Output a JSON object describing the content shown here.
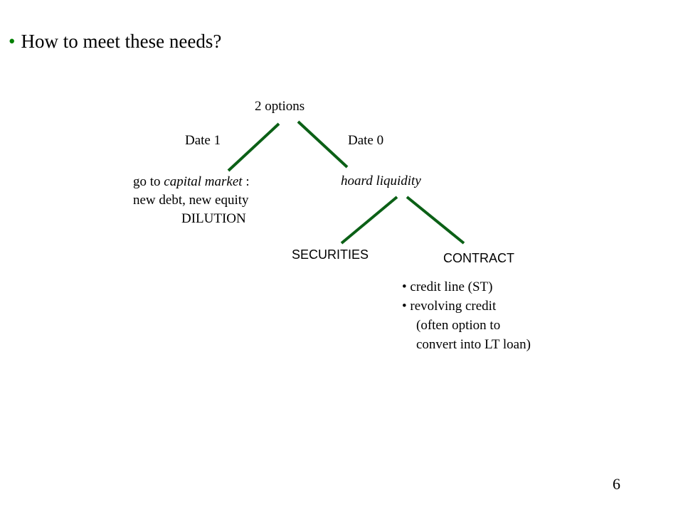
{
  "slide": {
    "bullet": "•",
    "title": "How to meet  these needs?",
    "page_number": "6"
  },
  "diagram": {
    "root": "2 options",
    "left_edge_label": "Date 1",
    "right_edge_label": "Date 0",
    "left_node": {
      "line1_prefix": "go to ",
      "line1_italic": "capital market",
      "line1_suffix": " :",
      "line2": "new debt, new equity",
      "line3": "DILUTION"
    },
    "right_node": "hoard liquidity",
    "right_children": {
      "securities": "SECURITIES",
      "contract": "CONTRACT"
    },
    "contract_details": [
      "• credit line (ST)",
      "• revolving credit",
      "(often option to",
      "convert into LT loan)"
    ]
  },
  "colors": {
    "edge": "#0b6016",
    "bullet": "#008000"
  }
}
